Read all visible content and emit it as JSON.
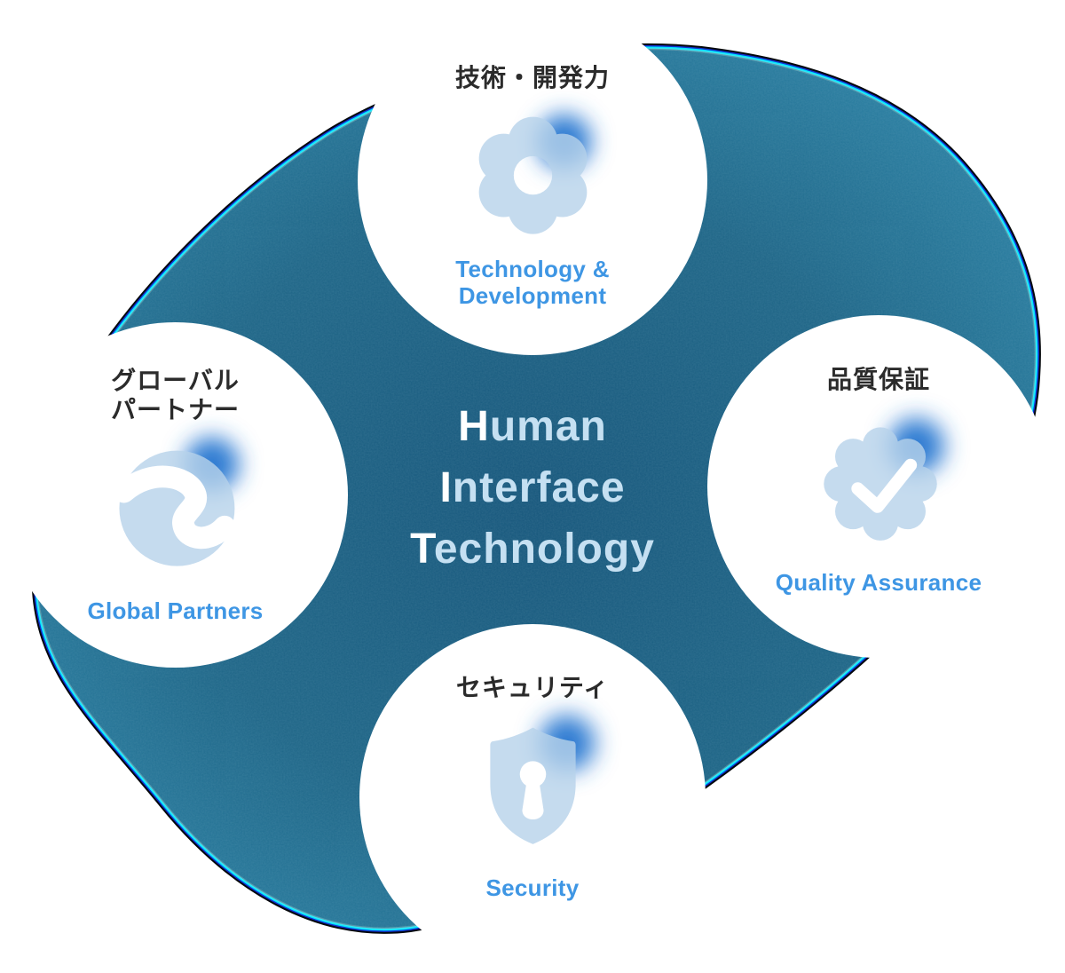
{
  "title": {
    "lines": [
      {
        "accent": "H",
        "rest": "uman"
      },
      {
        "accent": "I",
        "rest": "nterface"
      },
      {
        "accent": "T",
        "rest": "echnology"
      }
    ]
  },
  "nodes": {
    "technology": {
      "jp_label": "技術・開発力",
      "en_line1": "Technology &",
      "en_line2": "Development",
      "icon": "gear-icon"
    },
    "quality": {
      "jp_label": "品質保証",
      "en_line1": "Quality Assurance",
      "icon": "badge-check-icon"
    },
    "security": {
      "jp_label": "セキュリティ",
      "en_line1": "Security",
      "icon": "shield-keyhole-icon"
    },
    "global": {
      "jp_line1": "グローバル",
      "jp_line2": "パートナー",
      "en_line1": "Global Partners",
      "icon": "globe-icon"
    }
  },
  "colors": {
    "node_background": "#ffffff",
    "jp_text": "#2b2b2b",
    "en_accent_blue": "#3e96e4",
    "title_text": "#c5e0f2",
    "title_accent": "#ffffff",
    "blob_teal_center": "#15547a",
    "blob_teal_mid": "#1d6486",
    "blob_teal_edge": "#2e86aa",
    "blob_edge_cyan": "#00e5ff",
    "blob_edge_navy": "#1130cf",
    "blob_edge_outline": "#04070b",
    "icon_fill_light_blue": "#b7d2ea",
    "icon_glow_blue": "#2e7cd2"
  }
}
